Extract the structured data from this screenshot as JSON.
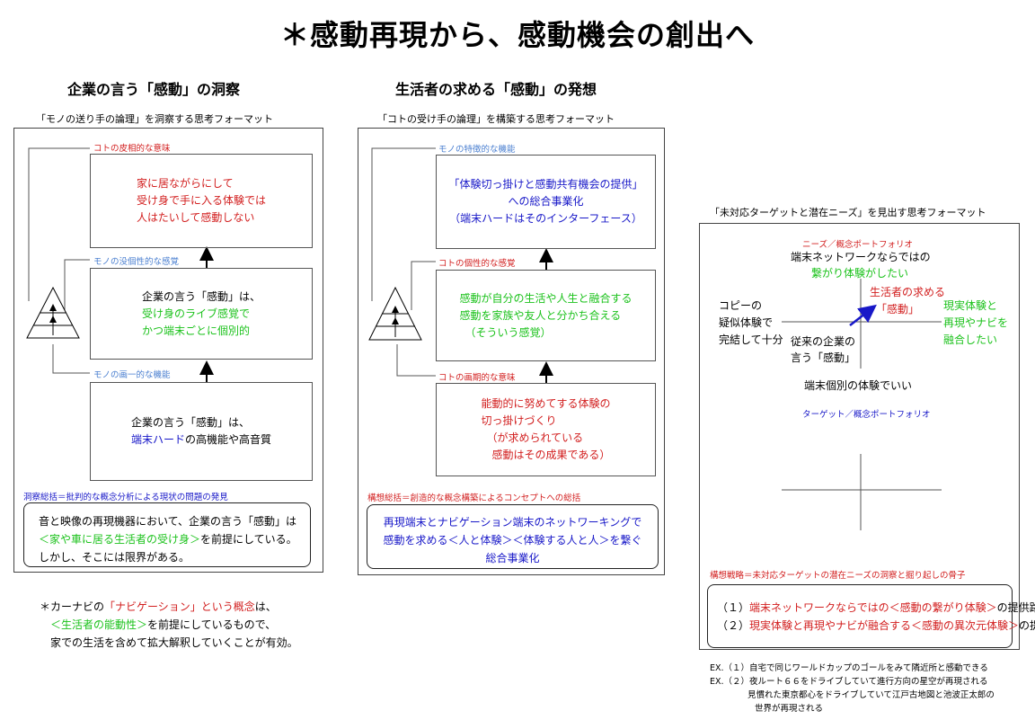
{
  "title": "＊感動再現から、感動機会の創出へ",
  "left": {
    "heading": "企業の言う「感動」の洞察",
    "caption": "「モノの送り手の論理」を洞察する思考フォーマット",
    "labels": {
      "top": "コトの皮相的な意味",
      "mid": "モノの没個性的な感覚",
      "bot": "モノの画一的な機能"
    },
    "box1": [
      "家に居ながらにして",
      "受け身で手に入る体験では",
      "人はたいして感動しない"
    ],
    "box2": [
      "企業の言う「感動」は、",
      "受け身のライブ感覚で",
      "かつ端末ごとに個別的"
    ],
    "box3": {
      "line1": "企業の言う「感動」は、",
      "line2_blue": "端末ハード",
      "line2_rest": "の高機能や高音質"
    },
    "summary_label": "洞察総括＝批判的な概念分析による現状の問題の発見",
    "summary": {
      "line1": "音と映像の再現機器において、企業の言う「感動」は",
      "line2_green": "＜家や車に居る生活者の受け身＞",
      "line2_rest": "を前提にしている。",
      "line3": "しかし、そこには限界がある。"
    }
  },
  "middle": {
    "heading": "生活者の求める「感動」の発想",
    "caption": "「コトの受け手の論理」を構築する思考フォーマット",
    "labels": {
      "top": "モノの特徴的な機能",
      "mid": "コトの個性的な感覚",
      "bot": "コトの画期的な意味"
    },
    "box1": [
      "「体験切っ掛けと感動共有機会の提供」",
      "への総合事業化",
      "（端末ハードはそのインターフェース）"
    ],
    "box2": [
      "感動が自分の生活や人生と融合する",
      "感動を家族や友人と分かち合える",
      "（そういう感覚）"
    ],
    "box3": [
      "能動的に努めてする体験の",
      "切っ掛けづくり",
      "（が求められている",
      "感動はその成果である）"
    ],
    "summary_label": "構想総括＝創造的な概念構築によるコンセプトへの総括",
    "summary": [
      "再現端末とナビゲーション端末のネットワーキングで",
      "感動を求める＜人と体験＞＜体験する人と人＞を繋ぐ",
      "総合事業化"
    ]
  },
  "right": {
    "caption": "「未対応ターゲットと潜在ニーズ」を見出す思考フォーマット",
    "needs_label": "ニーズ／概念ポートフォリオ",
    "top_black": "端末ネットワークならではの",
    "top_green": "繋がり体験がしたい",
    "left": [
      "コピーの",
      "疑似体験で",
      "完結して十分"
    ],
    "right": [
      "現実体験と",
      "再現やナビを",
      "融合したい"
    ],
    "bottom": "端末個別の体験でいい",
    "target_label": "ターゲット／概念ポートフォリオ",
    "q4": [
      "生活者の求める",
      "「感動」"
    ],
    "q3": [
      "従来の企業の",
      "言う「感動」"
    ],
    "strategy_label": "構想戦略＝未対応ターゲットの潜在ニーズの洞察と掘り起しの骨子",
    "route1": {
      "num": "（１）",
      "red": "端末ネットワークならではの＜感動の繋がり体験＞",
      "rest": "の提供路線"
    },
    "route2": {
      "num": "（２）",
      "red": "現実体験と再現やナビが融合する＜感動の異次元体験＞",
      "rest": "の提供路線"
    },
    "ex": [
      "EX.（１）自宅で同じワールドカップのゴールをみて隣近所と感動できる",
      "EX.（２）夜ルート６６をドライブしていて進行方向の星空が再現される",
      "見慣れた東京都心をドライブしていて江戸古地図と池波正太郎の",
      "世界が再現される"
    ]
  },
  "footnote": {
    "pre": "＊カーナビの",
    "red": "「ナビゲーション」という概念",
    "post": "は、",
    "line2_green": "＜生活者の能動性＞",
    "line2_rest": "を前提にしているもので、",
    "line3": "家での生活を含めて拡大解釈していくことが有効。"
  }
}
